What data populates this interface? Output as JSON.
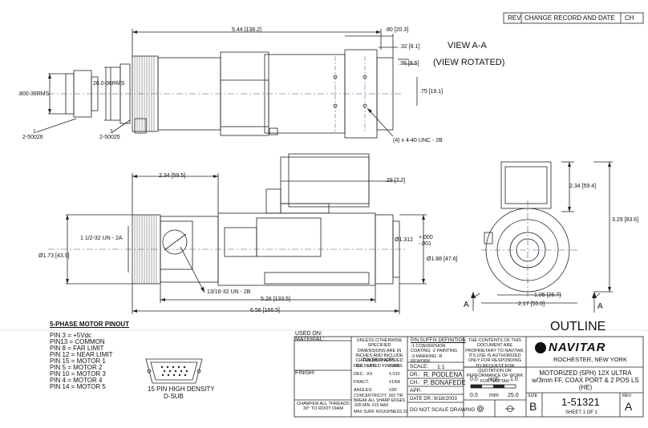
{
  "revision_block": {
    "rev": "REV",
    "change": "CHANGE RECORD AND DATE",
    "ch": "CH"
  },
  "views": {
    "view_aa": "VIEW  A-A",
    "view_rotated": "(VIEW ROTATED)",
    "section_a1": "A",
    "section_a2": "A"
  },
  "dims_top": {
    "overall": "5.44 [138.2]",
    "d080": ".80 [20.3]",
    "d032": ".32 [8.1]",
    "d038": ".38 [9.5]",
    "d075": ".75 [19.1]",
    "thread_800": ".800-36RMS",
    "thread_26": "26.0-36RMS",
    "screw": "(4) x 4-40 UNC - 2B",
    "part1_qty": "1",
    "part1_num": "2-50026",
    "part2_qty": "1",
    "part2_num": "2-50025"
  },
  "dims_mid": {
    "d234": "2.34 [59.5]",
    "d028": ".28 [7.2]",
    "thread_1_1_2": "1 1/2-32 UN - 2A",
    "dia173": "Ø1.73 [43.9]",
    "dia1312": "Ø1.312",
    "tol_plus": "+.000",
    "tol_minus": "-.001",
    "dia188": "Ø1.88 [47.6]",
    "thread_13_16": "13/16-32 UN - 2B",
    "d526": "5.26 [133.5]",
    "d656": "6.56 [166.5]"
  },
  "dims_side": {
    "d234b": "2.34 [59.4]",
    "d329": "3.29 [83.6]",
    "d105": "1.05 [26.7]",
    "d217": "2.17 [55.0]"
  },
  "pinout": {
    "title": "5-PHASE MOTOR PINOUT",
    "pins": [
      "PIN 3 =  +5Vdc",
      "PIN13 =  COMMON",
      "PIN 8 =  FAR LIMIT",
      "PIN 12 = NEAR LIMIT",
      "PIN 15 = MOTOR 1",
      "PIN 5 =  MOTOR 2",
      "PIN 10 = MOTOR 3",
      "PIN 4 =  MOTOR 4",
      "PIN 14 = MOTOR 5"
    ],
    "connector_label_1": "15 PIN HIGH DENSITY",
    "connector_label_2": "D-SUB"
  },
  "title_block": {
    "outline": "OUTLINE",
    "used_on": "USED ON:",
    "material": "MATERIAL:",
    "finish": "FINISH:",
    "unless_note": "UNLESS OTHERWISE SPECIFIED DIMENSIONS ARE IN INCHES AND INCLUDE CHEMICALLY APPLIED OR PLATED FINISHES",
    "tolerances": "TOLERANCES:",
    "dec3_label": "DEC.  .XXX",
    "dec3_value": "±.005",
    "dec2_label": "DEC.  .XX",
    "dec2_value": "±.010",
    "fract_label": "FRACT.",
    "fract_value": "±1/64",
    "angles_label": "ANGLES:",
    "angles_value": "±30'",
    "concentricity": "CONCENTRICITY  .003 TIR",
    "break_edges": "BREAK ALL SHARP EDGES .005 MIN .015 MAX",
    "max_surf": "MAX SURF. ROUGHNESS  32",
    "chamfer_note": "CHAMFER ALL THREADS 30° TO ROOT DIAM",
    "suffix_title": "P/N SUFFIX DEFINITION",
    "suffix_lines": "-1 CONVERSION COATING -2 PAINTING -3 MARKING -R REWORK",
    "scale_label": "SCALE:",
    "scale_value": "1:1",
    "dr_label": "DR.:",
    "dr_value": "R. PODLENA",
    "ch_label": "CH.:",
    "ch_value": "P. BONAFEDE",
    "app_label": "APP.:",
    "date_label": "DATE DR.:",
    "date_value": "9/18/2003",
    "do_not_scale": "DO NOT SCALE DRAWING",
    "proprietary": "THE CONTENTS OF THIS DOCUMENT ARE PROPRIETARY TO NAVITAR, ITS USE IS AUTHORIZED ONLY FOR RESPONDING TO REQUEST FOR QUOTATION OR PERFORMANCE OF WORK FOR NAVITAR",
    "scale_inch_0": "0.0",
    "scale_inch_label": "inch",
    "scale_inch_1": "1.0",
    "scale_mm_0": "0.0",
    "scale_mm_label": "mm",
    "scale_mm_25": "25.0",
    "company": "NAVITAR",
    "location": "ROCHESTER, NEW YORK",
    "description": "MOTORIZED (5PH) 12X ULTRA w/3mm FF, COAX PORT & 2 POS LS (HE)",
    "size_label": "SIZE",
    "size_value": "B",
    "part_number": "1-51321",
    "rev_label": "REV",
    "rev_value": "A",
    "sheet": "SHEET 1 OF 1"
  }
}
